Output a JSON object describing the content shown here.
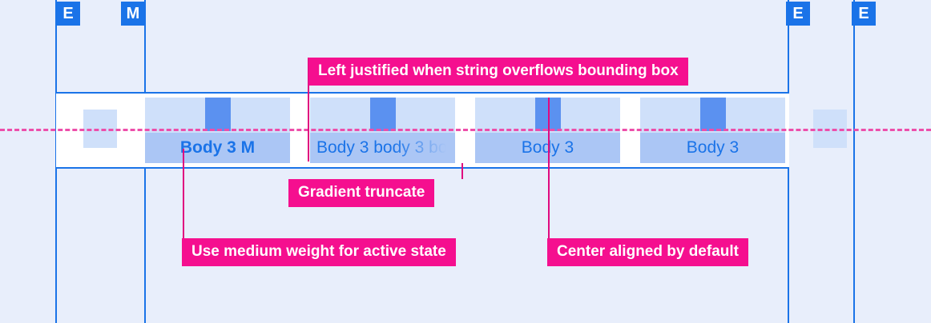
{
  "colors": {
    "background": "#e8eefb",
    "panel": "#ffffff",
    "guide_blue": "#1a73e8",
    "annotation_pink": "#f50f8f",
    "centerline_pink": "#ed4eaa",
    "tab_fill": "#cfe0fa",
    "label_band": "#abc6f5",
    "icon_square": "#5b91f0",
    "label_text": "#1a73e8"
  },
  "markers": [
    {
      "label": "E",
      "name": "marker-e-left-outer"
    },
    {
      "label": "M",
      "name": "marker-m-left-inner"
    },
    {
      "label": "E",
      "name": "marker-e-right-inner"
    },
    {
      "label": "E",
      "name": "marker-e-right-outer"
    }
  ],
  "tabs": [
    {
      "label": "Body 3 M",
      "state": "active",
      "alignment": "center"
    },
    {
      "label": "Body 3 body 3 body 3",
      "state": "default",
      "alignment": "left",
      "truncation": "gradient"
    },
    {
      "label": "Body 3",
      "state": "default",
      "alignment": "center"
    },
    {
      "label": "Body 3",
      "state": "default",
      "alignment": "center"
    }
  ],
  "annotations": [
    {
      "text": "Left justified when string overflows bounding box",
      "name": "annotation-left-justified"
    },
    {
      "text": "Gradient truncate",
      "name": "annotation-gradient-truncate"
    },
    {
      "text": "Use medium weight for active state",
      "name": "annotation-medium-weight"
    },
    {
      "text": "Center aligned by default",
      "name": "annotation-center-aligned"
    }
  ]
}
